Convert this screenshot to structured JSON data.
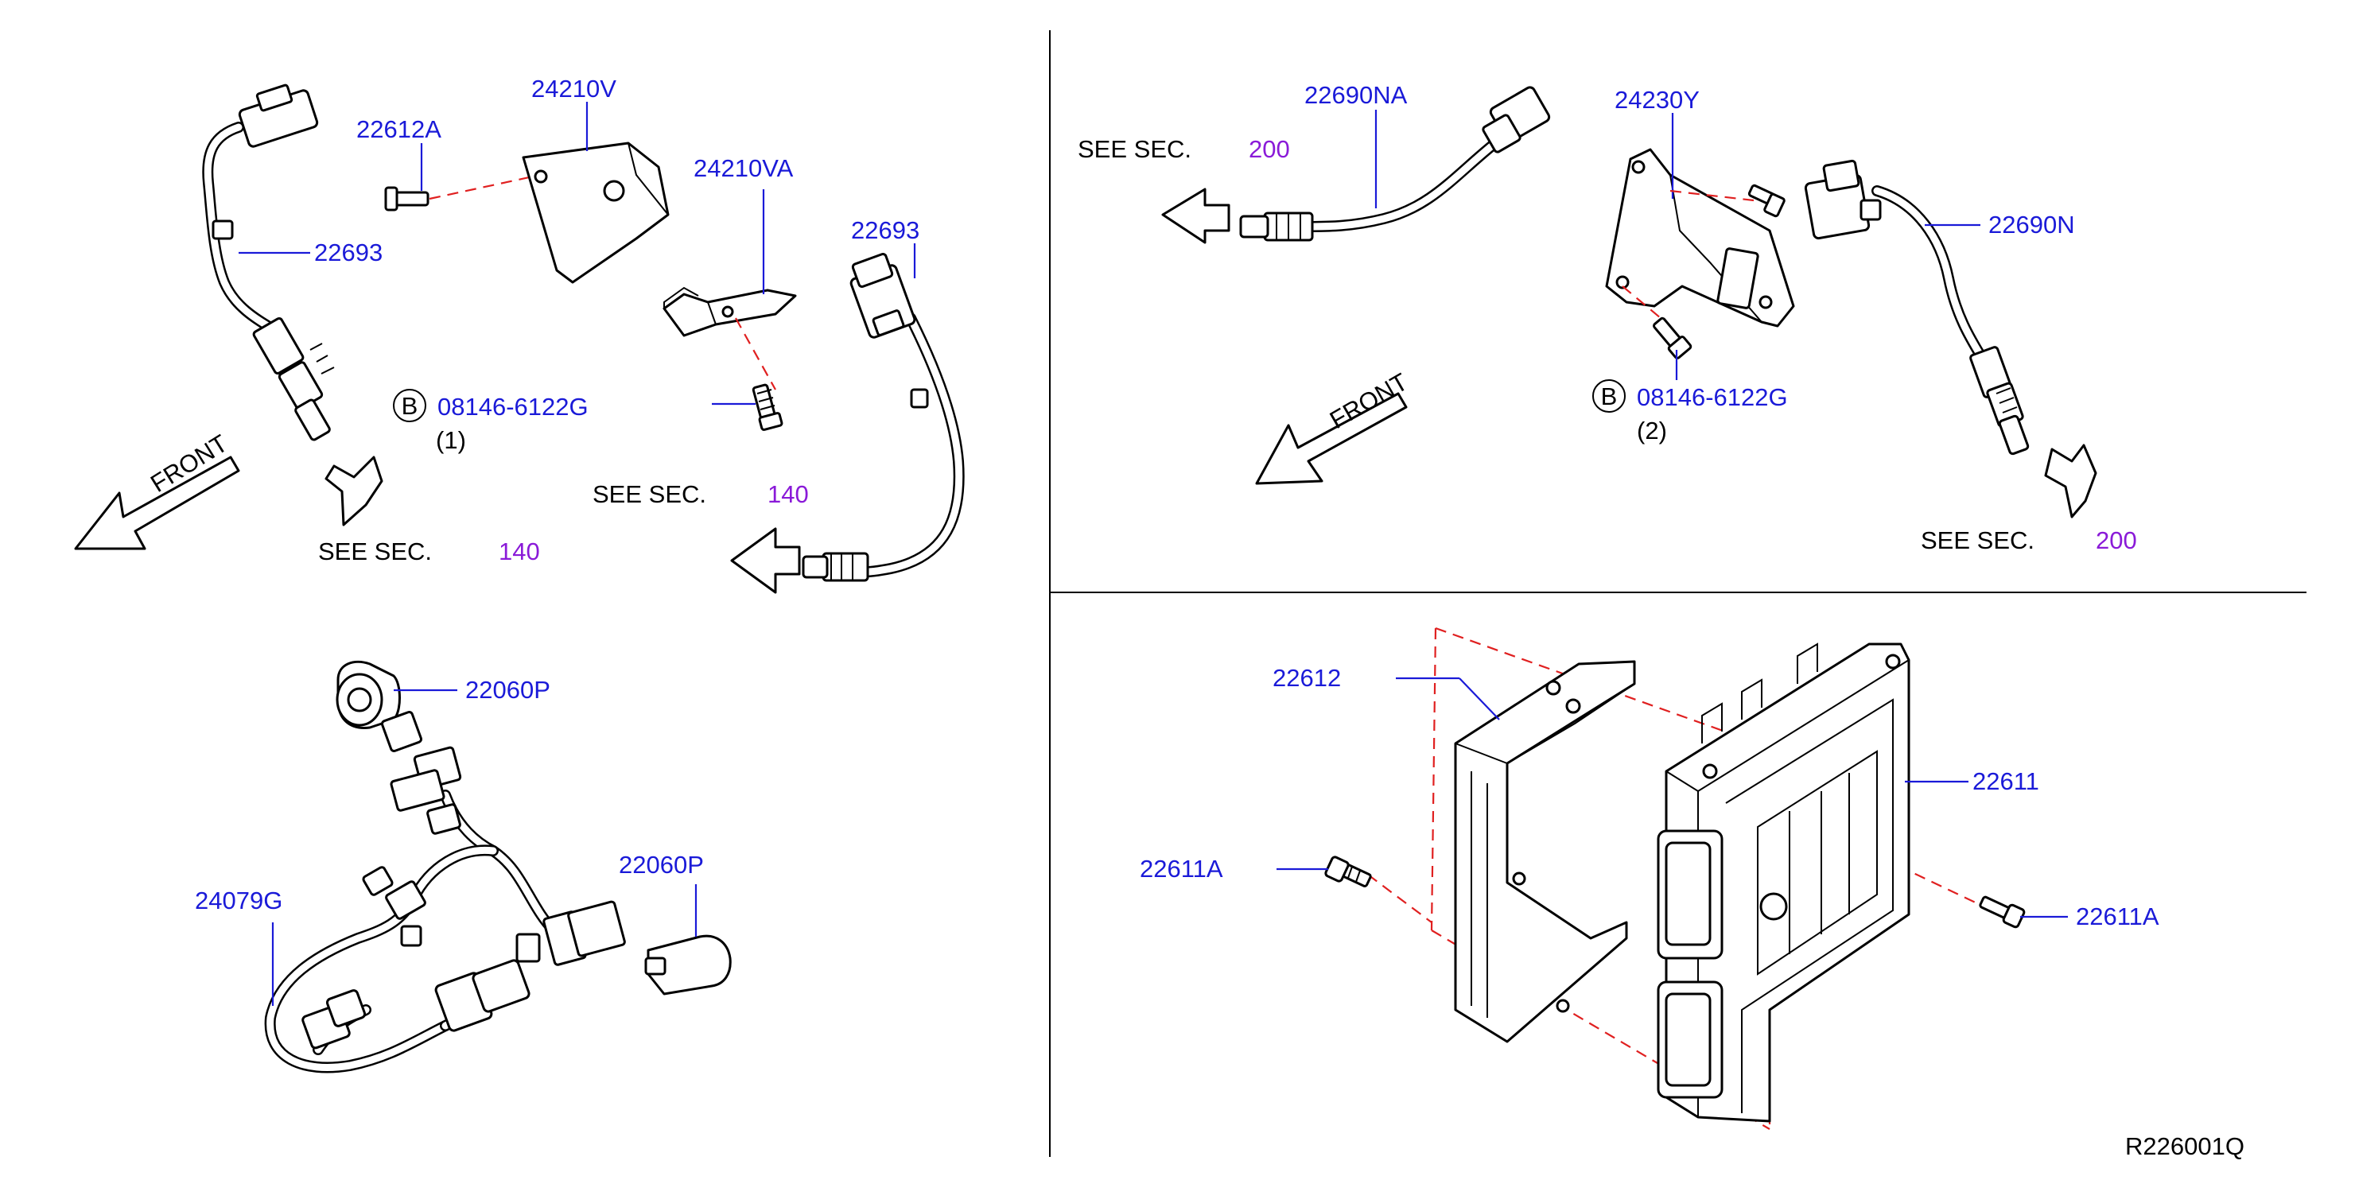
{
  "labels": {
    "p_24210V": "24210V",
    "p_22612A": "22612A",
    "p_22693_left": "22693",
    "p_24210VA": "24210VA",
    "p_22693_right": "22693",
    "bolt_code_1": "08146-6122G",
    "bolt_circle_1": "B",
    "bolt_qty_1": "(1)",
    "front_1": "FRONT",
    "see_1_text": "SEE   SEC.",
    "see_1_num": "140",
    "see_2_text": "SEE   SEC.",
    "see_2_num": "140",
    "p_22690NA": "22690NA",
    "see_3_text": "SEE   SEC.",
    "see_3_num": "200",
    "p_24230Y": "24230Y",
    "p_22690N": "22690N",
    "bolt_circle_2": "B",
    "bolt_code_2": "08146-6122G",
    "bolt_qty_2": "(2)",
    "front_2": "FRONT",
    "see_4_text": "SEE   SEC.",
    "see_4_num": "200",
    "p_22060P_top": "22060P",
    "p_24079G": "24079G",
    "p_22060P_bottom": "22060P",
    "p_22612": "22612",
    "p_22611": "22611",
    "p_22611A_left": "22611A",
    "p_22611A_right": "22611A",
    "diagram_id": "R226001Q"
  },
  "colors": {
    "part_number": "#1a1ad8",
    "section_ref": "#8a1ad8",
    "dashed_line": "#e02020",
    "outline": "#000000"
  }
}
